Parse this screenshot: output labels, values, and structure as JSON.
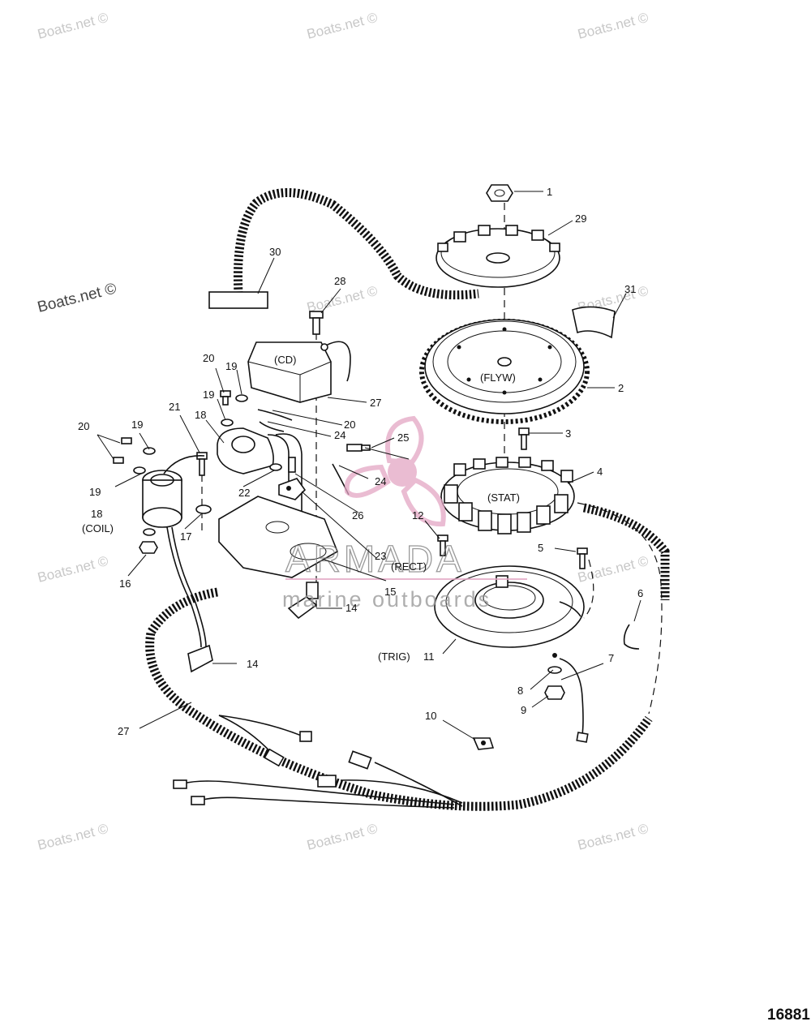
{
  "watermarks": [
    "Boats.net ©"
  ],
  "brand": {
    "name": "ARMADA",
    "subtitle": "marine outboards"
  },
  "document_number": "16881",
  "component_labels": {
    "cd": "(CD)",
    "flyw": "(FLYW)",
    "stat": "(STAT)",
    "coil": "(COIL)",
    "rect": "(RECT)",
    "trig": "(TRIG)"
  },
  "callouts": [
    "1",
    "2",
    "3",
    "4",
    "5",
    "6",
    "7",
    "8",
    "9",
    "10",
    "11",
    "12",
    "14",
    "15",
    "16",
    "17",
    "18",
    "19",
    "20",
    "21",
    "22",
    "23",
    "24",
    "25",
    "26",
    "27",
    "28",
    "29",
    "30",
    "31"
  ],
  "colors": {
    "ink": "#111111",
    "watermark": "#c8c8c8",
    "brand_accent": "#e3a6c4"
  }
}
